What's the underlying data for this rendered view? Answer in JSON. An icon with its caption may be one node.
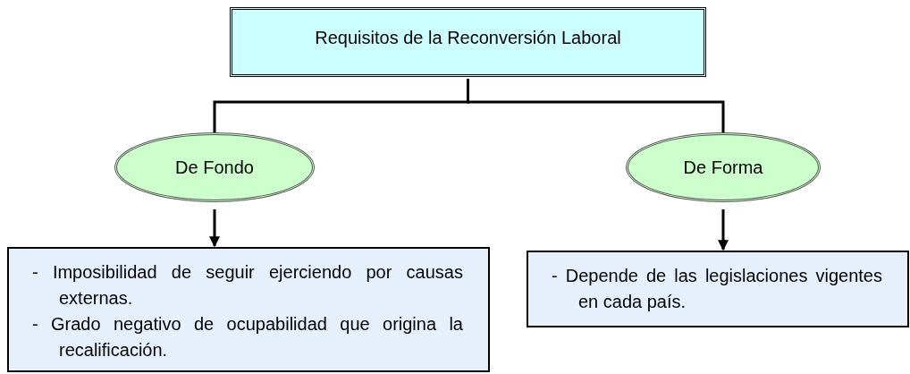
{
  "diagram": {
    "nodes": [
      {
        "text": [
          "Requisitos de la Reconversión Laboral"
        ]
      },
      {
        "text": [
          "De Fondo"
        ]
      },
      {
        "text": [
          "De Forma"
        ]
      },
      {
        "text": [
          "- Imposibilidad de seguir ejerciendo por causas externas.",
          "- Grado negativo de ocupabilidad que origina la recalificación."
        ]
      },
      {
        "text": [
          "- Depende de las legislaciones vigentes en cada país."
        ]
      }
    ],
    "edges": [
      {
        "from": 0,
        "to": 1,
        "arrow": "none"
      },
      {
        "from": 0,
        "to": 2,
        "arrow": "none"
      },
      {
        "from": 1,
        "to": 3,
        "arrow": "to"
      },
      {
        "from": 2,
        "to": 4,
        "arrow": "to"
      }
    ]
  }
}
